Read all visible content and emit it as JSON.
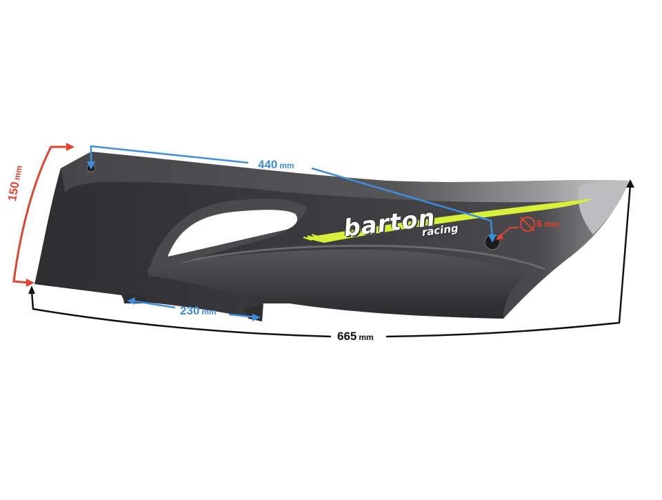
{
  "image": {
    "subject": "motorcycle side fairing panel",
    "background_color": "#ffffff",
    "panel_color": "#3a3a3c",
    "accent_stripe_color": "#d7f03a"
  },
  "branding": {
    "logo_main": "barton",
    "logo_sub": "racing"
  },
  "dimensions": {
    "height": {
      "value": "150",
      "unit": "mm",
      "color": "#e2422f"
    },
    "mount_hole_distance": {
      "value": "440",
      "unit": "mm",
      "color": "#3d8de0"
    },
    "bottom_tab_distance": {
      "value": "230",
      "unit": "mm",
      "color": "#3d8de0"
    },
    "length": {
      "value": "665",
      "unit": "mm",
      "color": "#111111"
    },
    "hole_diameter": {
      "symbol": "⌀",
      "value": "6",
      "unit": "mm",
      "color": "#e2422f"
    }
  }
}
